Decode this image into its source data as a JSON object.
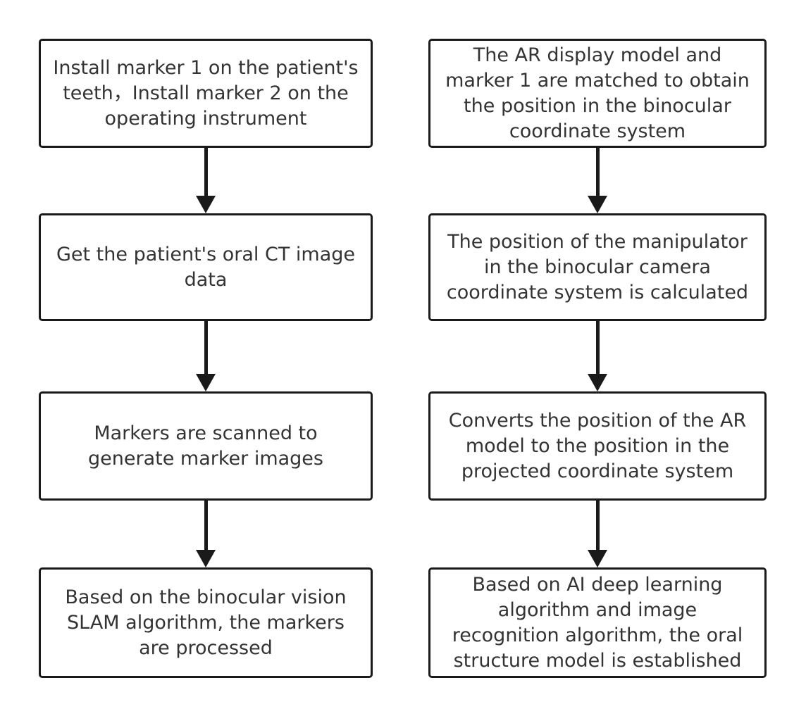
{
  "flowchart": {
    "left_column": [
      {
        "lines": [
          "Install marker 1 on the patient's",
          "teeth，Install marker 2 on the",
          "operating instrument"
        ]
      },
      {
        "lines": [
          "Get the patient's oral CT image",
          "data"
        ]
      },
      {
        "lines": [
          "Markers are scanned to",
          "generate marker images"
        ]
      },
      {
        "lines": [
          "Based on the binocular vision",
          "SLAM algorithm, the markers",
          "are processed"
        ]
      }
    ],
    "right_column": [
      {
        "lines": [
          "The AR display model and",
          "marker 1 are matched to obtain",
          "the position in the binocular",
          "coordinate system"
        ]
      },
      {
        "lines": [
          "The position of the manipulator",
          "in the binocular camera",
          "coordinate system is calculated"
        ]
      },
      {
        "lines": [
          "Converts the position of the AR",
          "model to the position in the",
          "projected coordinate system"
        ]
      },
      {
        "lines": [
          "Based on AI deep learning",
          "algorithm and image",
          "recognition algorithm, the oral",
          "structure model is established"
        ]
      }
    ]
  },
  "colors": {
    "stroke": "#1a1a1a",
    "text": "#333333",
    "background": "#ffffff"
  }
}
